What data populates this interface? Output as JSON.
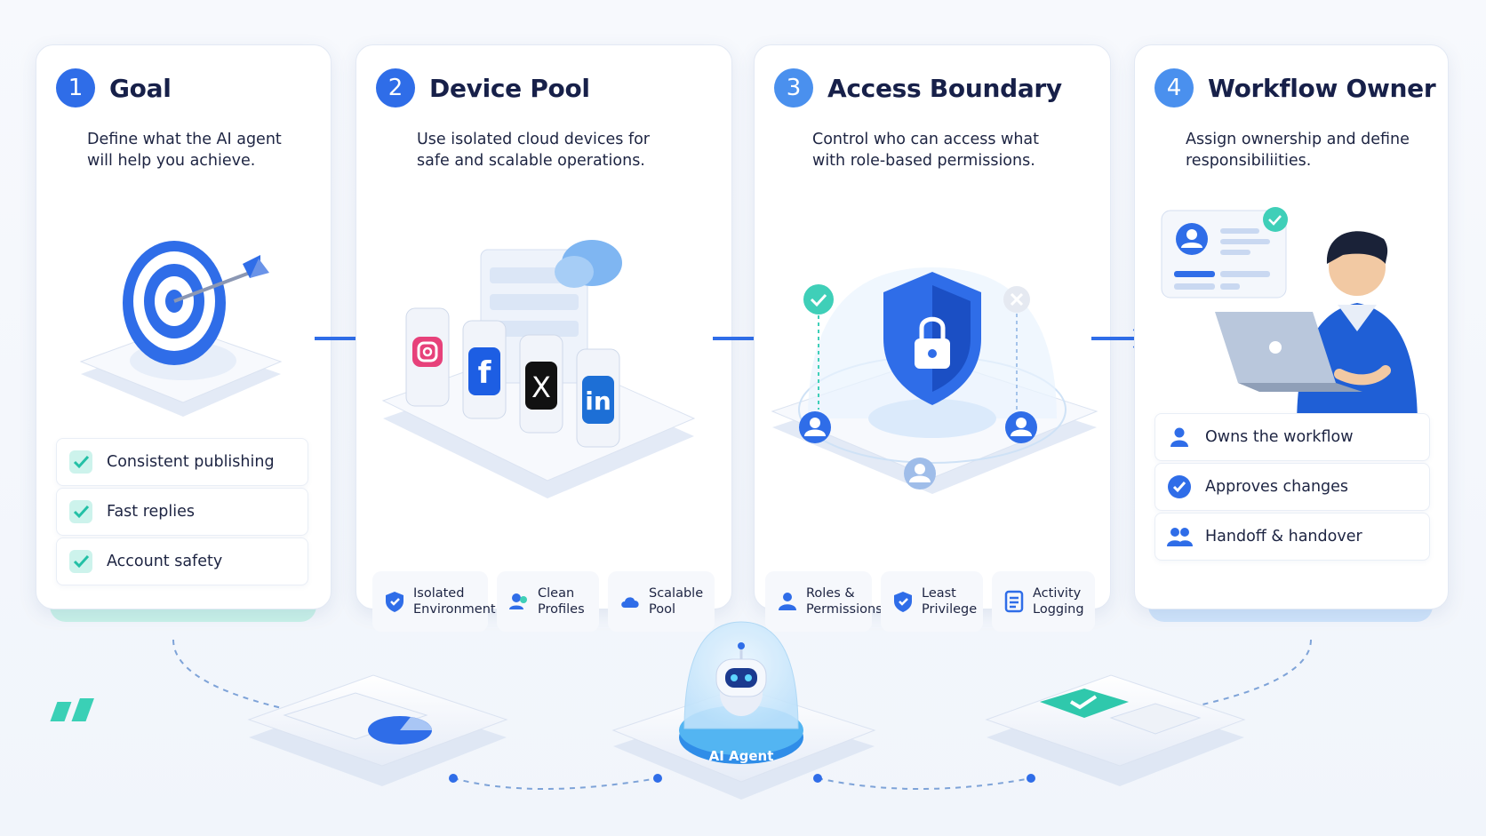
{
  "colors": {
    "accent": "#2f6de8",
    "teal": "#3fcfb8",
    "ink": "#172049"
  },
  "steps": [
    {
      "number": "1",
      "title": "Goal",
      "description": "Define what the AI agent\nwill help you achieve.",
      "items": [
        {
          "label": "Consistent publishing",
          "icon": "check-icon"
        },
        {
          "label": "Fast replies",
          "icon": "check-icon"
        },
        {
          "label": "Account safety",
          "icon": "check-icon"
        }
      ]
    },
    {
      "number": "2",
      "title": "Device Pool",
      "description": "Use isolated cloud devices for\nsafe and scalable operations.",
      "chips": [
        {
          "label": "Isolated\nEnvironment",
          "icon": "shield-icon"
        },
        {
          "label": "Clean\nProfiles",
          "icon": "profiles-icon"
        },
        {
          "label": "Scalable\nPool",
          "icon": "cloud-icon"
        }
      ]
    },
    {
      "number": "3",
      "title": "Access Boundary",
      "description": "Control who can access what\nwith role-based permissions.",
      "chips": [
        {
          "label": "Roles &\nPermissions",
          "icon": "user-icon"
        },
        {
          "label": "Least\nPrivilege",
          "icon": "shield-check-icon"
        },
        {
          "label": "Activity\nLogging",
          "icon": "document-icon"
        }
      ]
    },
    {
      "number": "4",
      "title": "Workflow Owner",
      "description": "Assign ownership and define\nresponsibiliities.",
      "items": [
        {
          "label": "Owns the workflow",
          "icon": "user-icon"
        },
        {
          "label": "Approves changes",
          "icon": "check-circle-icon"
        },
        {
          "label": "Handoff & handover",
          "icon": "users-icon"
        }
      ]
    }
  ],
  "agent": {
    "label": "AI Agent"
  }
}
